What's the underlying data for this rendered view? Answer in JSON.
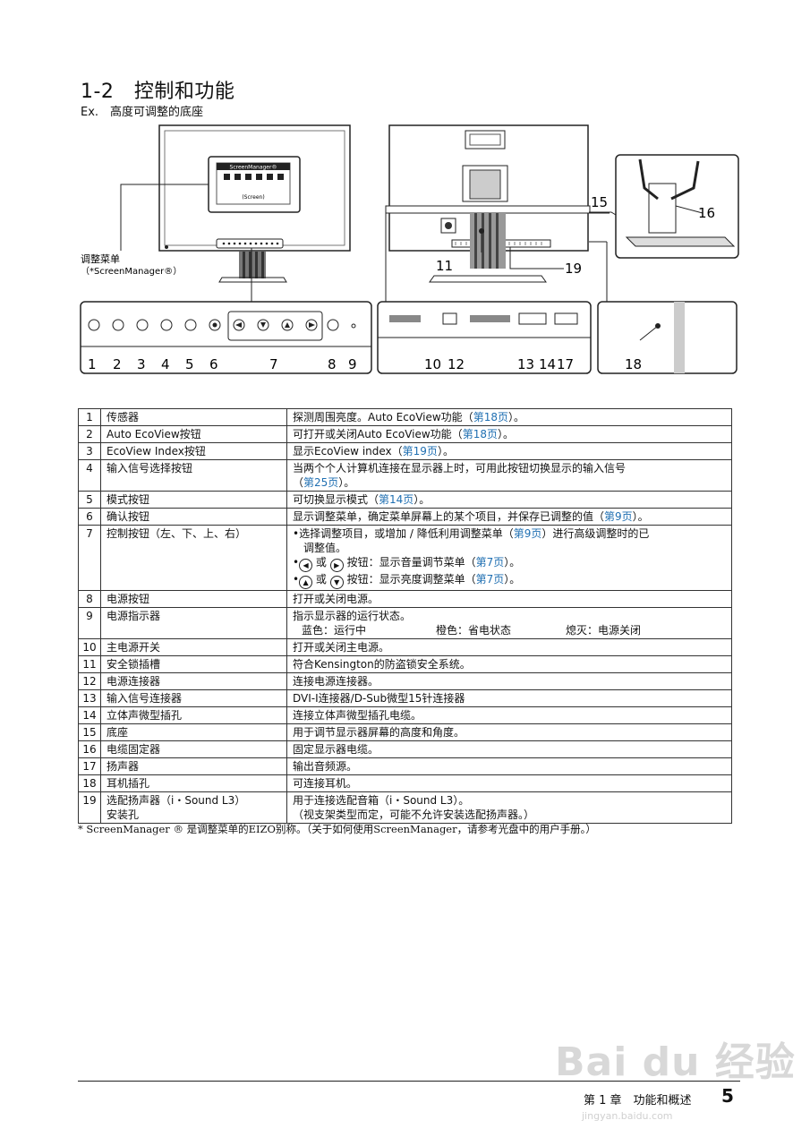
{
  "page": {
    "heading": "1-2　控制和功能",
    "subheading": "Ex.　高度可调整的底座",
    "screen_manager": {
      "title": "ScreenManager®",
      "subtitle": "(Screen)"
    },
    "adjust_menu_label": "调整菜单",
    "adjust_menu_sub": "（*ScreenManager®）",
    "callouts": {
      "c1": "1",
      "c2": "2",
      "c3": "3",
      "c4": "4",
      "c5": "5",
      "c6": "6",
      "c7": "7",
      "c8": "8",
      "c9": "9",
      "c10": "10",
      "c11": "11",
      "c12": "12",
      "c13": "13",
      "c14": "14",
      "c15": "15",
      "c16": "16",
      "c17": "17",
      "c18": "18",
      "c19": "19"
    },
    "table": {
      "rows": [
        {
          "num": "1",
          "name": "传感器",
          "desc_pre": "探测周围亮度。Auto EcoView功能（",
          "link": "第18页",
          "desc_post": "）。"
        },
        {
          "num": "2",
          "name": "Auto EcoView按钮",
          "desc_pre": "可打开或关闭Auto EcoView功能（",
          "link": "第18页",
          "desc_post": "）。"
        },
        {
          "num": "3",
          "name": "EcoView Index按钮",
          "desc_pre": "显示EcoView index（",
          "link": "第19页",
          "desc_post": "）。"
        },
        {
          "num": "4",
          "name": "输入信号选择按钮",
          "desc_pre": "当两个个人计算机连接在显示器上时，可用此按钮切换显示的输入信号",
          "desc_line2_pre": "（",
          "link": "第25页",
          "desc_post": "）。"
        },
        {
          "num": "5",
          "name": "模式按钮",
          "desc_pre": "可切换显示模式（",
          "link": "第14页",
          "desc_post": "）。"
        },
        {
          "num": "6",
          "name": "确认按钮",
          "desc_pre": "显示调整菜单，确定菜单屏幕上的某个项目，并保存已调整的值（",
          "link": "第9页",
          "desc_post": "）。"
        },
        {
          "num": "7",
          "name": "控制按钮（左、下、上、右）",
          "bullet1_pre": "•选择调整项目，或增加 / 降低利用调整菜单（",
          "bullet1_link": "第9页",
          "bullet1_post": "）进行高级调整时的已",
          "bullet1_line2": "调整值。",
          "bullet2_or": "或",
          "bullet2_text": "按钮：显示音量调节菜单（",
          "bullet2_link": "第7页",
          "bullet2_post": "）。",
          "bullet3_or": "或",
          "bullet3_text": "按钮：显示亮度调整菜单（",
          "bullet3_link": "第7页",
          "bullet3_post": "）。"
        },
        {
          "num": "8",
          "name": "电源按钮",
          "desc_pre": "打开或关闭电源。"
        },
        {
          "num": "9",
          "name": "电源指示器",
          "desc_pre": "指示显示器的运行状态。",
          "status_blue": "蓝色：运行中",
          "status_orange": "橙色：省电状态",
          "status_off": "熄灭：电源关闭"
        },
        {
          "num": "10",
          "name": "主电源开关",
          "desc_pre": "打开或关闭主电源。"
        },
        {
          "num": "11",
          "name": "安全锁插槽",
          "desc_pre": "符合Kensington的防盗锁安全系统。"
        },
        {
          "num": "12",
          "name": "电源连接器",
          "desc_pre": "连接电源连接器。"
        },
        {
          "num": "13",
          "name": "输入信号连接器",
          "desc_pre": "DVI-I连接器/D-Sub微型15针连接器"
        },
        {
          "num": "14",
          "name": "立体声微型插孔",
          "desc_pre": "连接立体声微型插孔电缆。"
        },
        {
          "num": "15",
          "name": "底座",
          "desc_pre": "用于调节显示器屏幕的高度和角度。"
        },
        {
          "num": "16",
          "name": "电缆固定器",
          "desc_pre": "固定显示器电缆。"
        },
        {
          "num": "17",
          "name": "扬声器",
          "desc_pre": "输出音频源。"
        },
        {
          "num": "18",
          "name": "耳机插孔",
          "desc_pre": "可连接耳机。"
        },
        {
          "num": "19",
          "name": "选配扬声器（i・Sound L3）",
          "name_line2": "安装孔",
          "desc_pre": "用于连接选配音箱（i・Sound L3）。",
          "desc_line2": "（视支架类型而定，可能不允许安装选配扬声器。）"
        }
      ]
    },
    "footnote": "* ScreenManager ® 是调整菜单的EIZO别称。（关于如何使用ScreenManager，请参考光盘中的用户手册。）",
    "footer": {
      "chapter": "第 1 章　功能和概述",
      "page_number": "5"
    },
    "watermark": {
      "brand": "Bai du 经验",
      "url": "jingyan.baidu.com"
    },
    "colors": {
      "link": "#1f6fb2",
      "line": "#222222"
    }
  }
}
